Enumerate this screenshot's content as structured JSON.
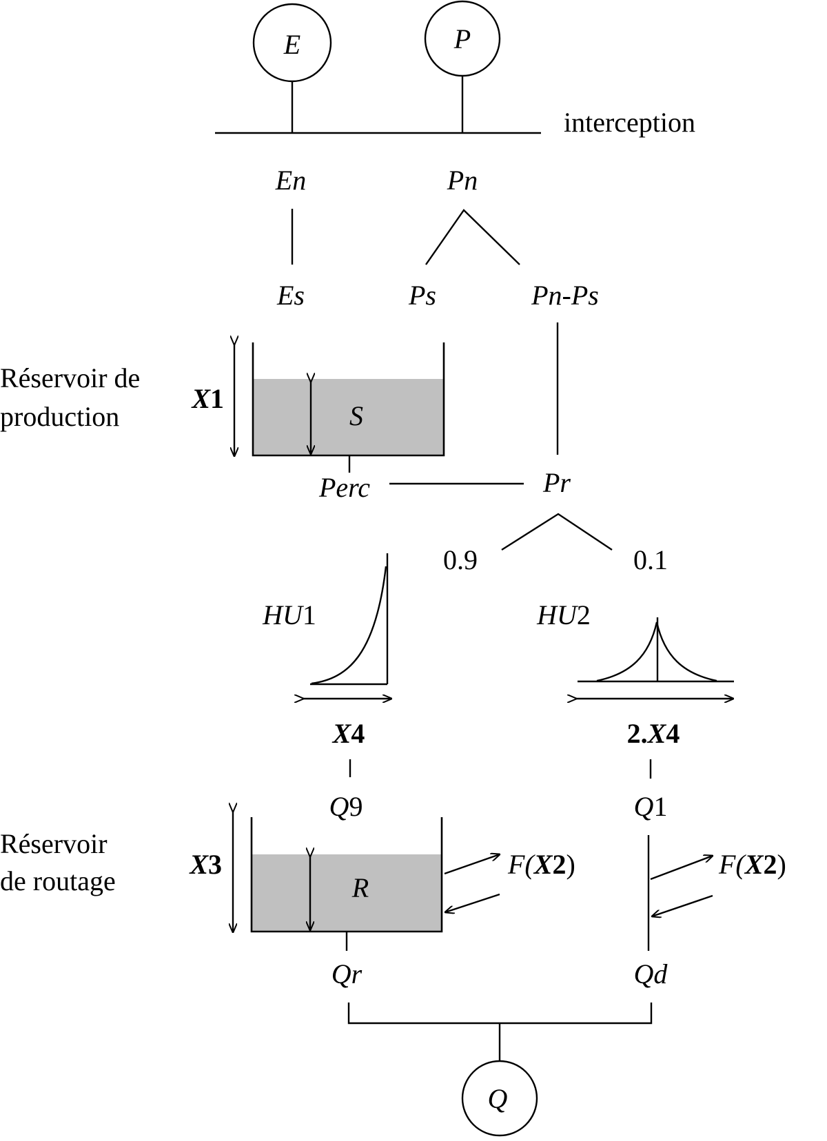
{
  "nodes": {
    "E": "E",
    "P": "P",
    "Q": "Q"
  },
  "labels": {
    "interception": "interception",
    "En": "En",
    "Pn": "Pn",
    "Es": "Es",
    "Ps": "Ps",
    "PnPs": "Pn-Ps",
    "Perc": "Perc",
    "Pr": "Pr",
    "split_a": "0.9",
    "split_b": "0.1",
    "HU1_a": "HU",
    "HU1_b": "1",
    "HU2_a": "HU",
    "HU2_b": "2",
    "X4_x": "X",
    "X4_n": "4",
    "X4b_pre": "2.",
    "X4b_x": "X",
    "X4b_n": "4",
    "Q9_a": "Q",
    "Q9_b": "9",
    "Q1_a": "Q",
    "Q1_b": "1",
    "Qr": "Qr",
    "Qd": "Qd",
    "F_open": "F(",
    "F_x": "X",
    "F_n": "2",
    "F_close": ")"
  },
  "production_store": {
    "title_line1": "Réservoir de",
    "title_line2": "production",
    "capacity_x": "X",
    "capacity_n": "1",
    "level": "S"
  },
  "routing_store": {
    "title_line1": "Réservoir",
    "title_line2": "de routage",
    "capacity_x": "X",
    "capacity_n": "3",
    "level": "R"
  },
  "colors": {
    "store_fill": "#c0c0c0",
    "line": "#000000"
  }
}
